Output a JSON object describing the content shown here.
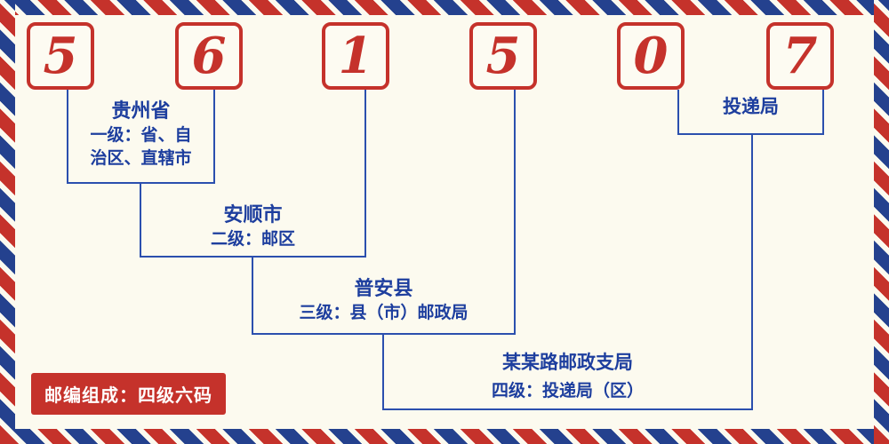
{
  "postal_code": {
    "digits": [
      "5",
      "6",
      "1",
      "5",
      "0",
      "7"
    ]
  },
  "levels": {
    "level1": {
      "name": "贵州省",
      "desc": [
        "一级：省、自",
        "治区、直辖市"
      ]
    },
    "level2": {
      "name": "安顺市",
      "desc": [
        "二级：邮区"
      ]
    },
    "level3": {
      "name": "普安县",
      "desc": [
        "三级：县（市）邮政局"
      ]
    },
    "level4": {
      "name": "某某路邮政支局",
      "desc": [
        "四级：投递局（区）"
      ]
    },
    "delivery": {
      "name": "投递局"
    }
  },
  "footer": {
    "composition": "邮编组成：四级六码"
  },
  "colors": {
    "red": "#c5322b",
    "blue_text": "#1d3e9e",
    "blue_line": "#2b4fae",
    "border_blue": "#24418e",
    "background": "#fcfaef"
  }
}
